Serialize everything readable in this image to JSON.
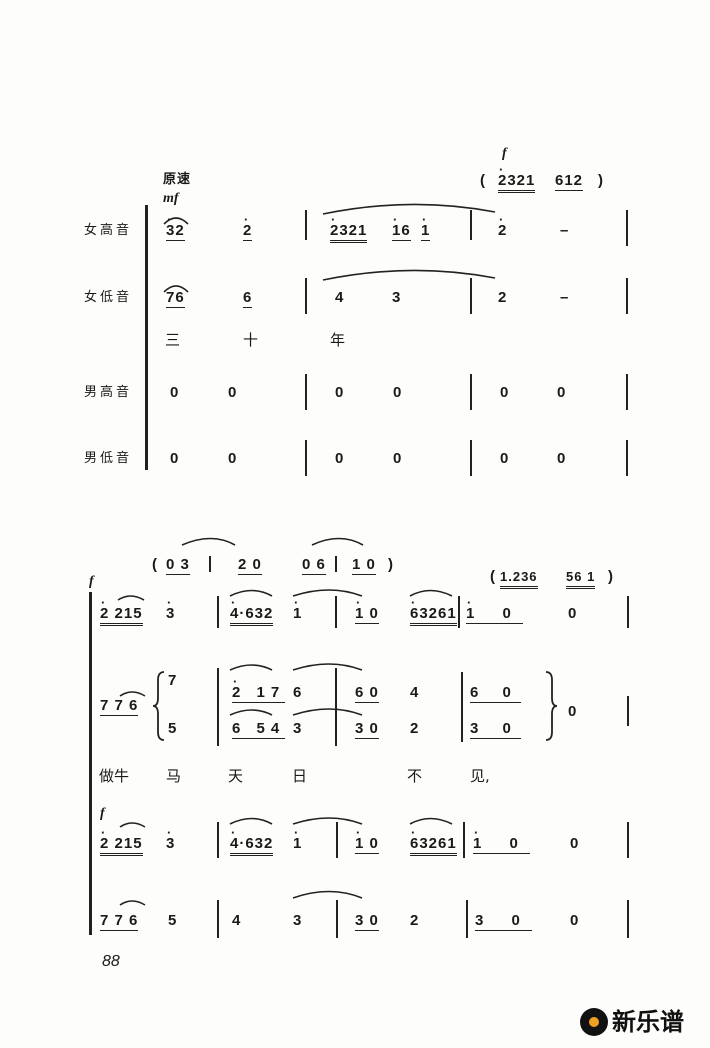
{
  "system1": {
    "tempo": "原速",
    "dyn_mf": "mf",
    "dyn_f": "f",
    "interlude": [
      "(",
      "2321",
      "612",
      ")"
    ],
    "parts": [
      "女高音",
      "女低音",
      "男高音",
      "男低音"
    ],
    "soprano": [
      "32",
      "2",
      "2321",
      "16",
      "1",
      "2",
      "–"
    ],
    "alto": [
      "76",
      "6",
      "4",
      "3",
      "2",
      "–"
    ],
    "lyrics": [
      "三",
      "十",
      "年"
    ],
    "tenor": [
      "0",
      "0",
      "0",
      "0",
      "0",
      "0"
    ],
    "bass": [
      "0",
      "0",
      "0",
      "0",
      "0",
      "0"
    ]
  },
  "system2": {
    "interlude1": [
      "(",
      "0 3",
      "2 0",
      "0 6",
      "1 0",
      ")"
    ],
    "interlude2": [
      "(",
      "1.236",
      "56 1",
      ")"
    ],
    "dyn_f": "f",
    "row1": [
      "2 215",
      "3",
      "4·632",
      "1",
      "1 0",
      "63261",
      "1 0",
      "0"
    ],
    "row2_lead": "7 7 6",
    "row2_upper": [
      "7",
      "2 17",
      "6",
      "6 0",
      "4",
      "6 0"
    ],
    "row2_lower": [
      "5",
      "6 54",
      "3",
      "3 0",
      "2",
      "3 0"
    ],
    "row2_end": "0",
    "lyrics": [
      "做牛",
      "马",
      "天",
      "日",
      "不",
      "见,"
    ],
    "row3": [
      "2 215",
      "3",
      "4·632",
      "1",
      "1 0",
      "63261",
      "1 0",
      "0"
    ],
    "row4": [
      "7 7 6",
      "5",
      "4",
      "3",
      "3 0",
      "2",
      "3 0",
      "0"
    ]
  },
  "page_number": "88",
  "logo": {
    "text": "新乐谱"
  }
}
